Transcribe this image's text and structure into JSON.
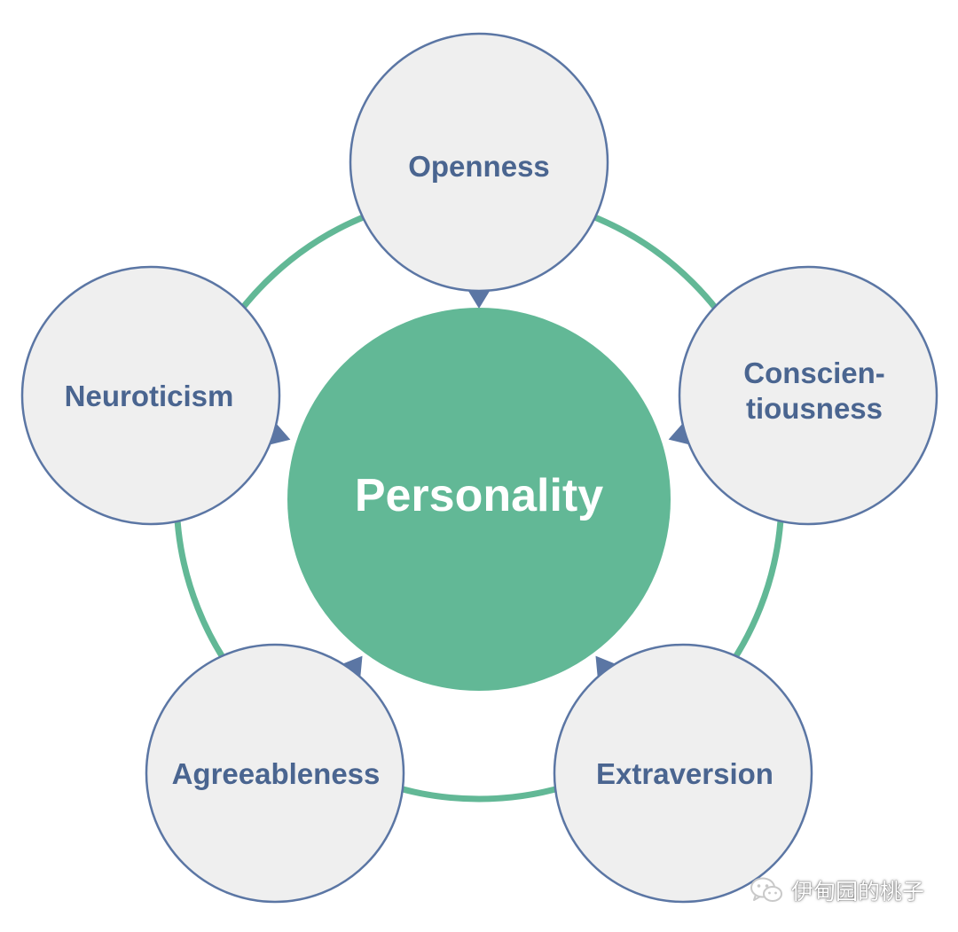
{
  "diagram": {
    "center": {
      "label": "Personality"
    },
    "traits": [
      {
        "id": "openness",
        "lines": [
          "Openness"
        ]
      },
      {
        "id": "conscientiousness",
        "lines": [
          "Conscien-",
          "tiousness"
        ]
      },
      {
        "id": "extraversion",
        "lines": [
          "Extraversion"
        ]
      },
      {
        "id": "agreeableness",
        "lines": [
          "Agreeableness"
        ]
      },
      {
        "id": "neuroticism",
        "lines": [
          "Neuroticism"
        ]
      }
    ],
    "colors": {
      "ring": "#62b896",
      "center_fill": "#62b896",
      "node_fill": "#efefef",
      "node_stroke": "#5b76a4",
      "pointer": "#5b76a4",
      "node_text": "#4a6590",
      "center_text": "#ffffff"
    }
  },
  "watermark": {
    "icon": "wechat-icon",
    "text": "伊甸园的桃子"
  }
}
